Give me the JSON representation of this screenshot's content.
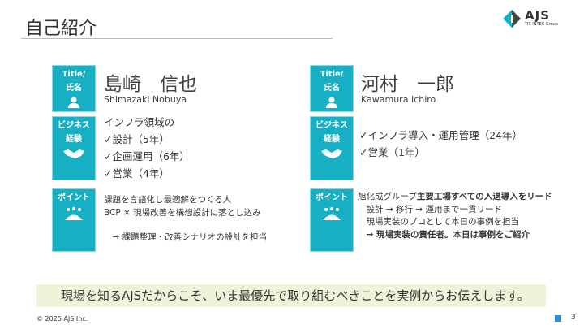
{
  "header": {
    "title": "自己紹介",
    "logo_text": "AJS",
    "logo_sub": "TIS INTEC Group"
  },
  "labels": {
    "title": "Title/",
    "name": "氏名",
    "biz1": "ビジネス",
    "biz2": "経験",
    "point": "ポイント"
  },
  "people": [
    {
      "name": "島崎　信也",
      "roman": "Shimazaki Nobuya",
      "experience": [
        "インフラ領域の",
        "✓設計（5年）",
        "✓企画運用（6年）",
        "✓営業（4年）"
      ],
      "points": [
        "課題を言語化し最適解をつくる人",
        "BCP × 現場改善を構想設計に落とし込み",
        "",
        "　→ 課題整理・改善シナリオの設計を担当"
      ]
    },
    {
      "name": "河村　一郎",
      "roman": "Kawamura Ichiro",
      "experience": [
        "✓インフラ導入・運用管理（24年）",
        "✓営業（1年）"
      ],
      "points_a": "旭化成グループ",
      "points_b": "主要工場すべての入退導入をリード",
      "points": [
        "　設計 → 移行 → 運用まで一貫リード",
        "　現場実装のプロとして本日の事例を担当"
      ],
      "points_last": "　→ 現場実装の責任者。本日は事例をご紹介"
    }
  ],
  "banner": "現場を知るAJSだからこそ、いま最優先で取り組むべきことを実例からお伝えします。",
  "footer": {
    "copyright": "© 2025 AJS Inc.",
    "page": "3"
  },
  "colors": {
    "accent": "#17afc4",
    "banner": "#eef3da"
  }
}
